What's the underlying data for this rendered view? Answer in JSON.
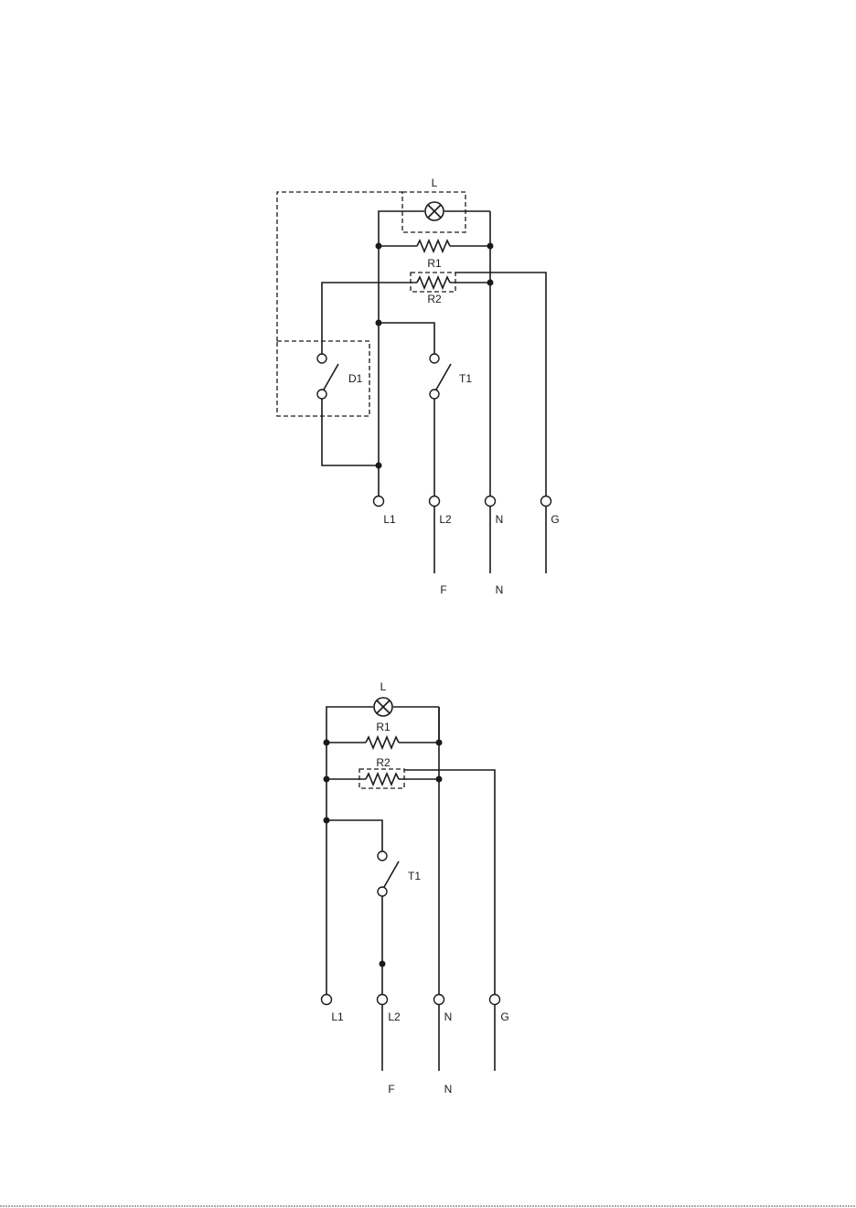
{
  "diagram_top": {
    "lamp": "L",
    "r1": "R1",
    "r2": "R2",
    "d1": "D1",
    "t1": "T1",
    "terminals": [
      "L1",
      "L2",
      "N",
      "G"
    ],
    "supply": [
      "F",
      "N"
    ]
  },
  "diagram_bottom": {
    "lamp": "L",
    "r1": "R1",
    "r2": "R2",
    "t1": "T1",
    "terminals": [
      "L1",
      "L2",
      "N",
      "G"
    ],
    "supply": [
      "F",
      "N"
    ]
  }
}
